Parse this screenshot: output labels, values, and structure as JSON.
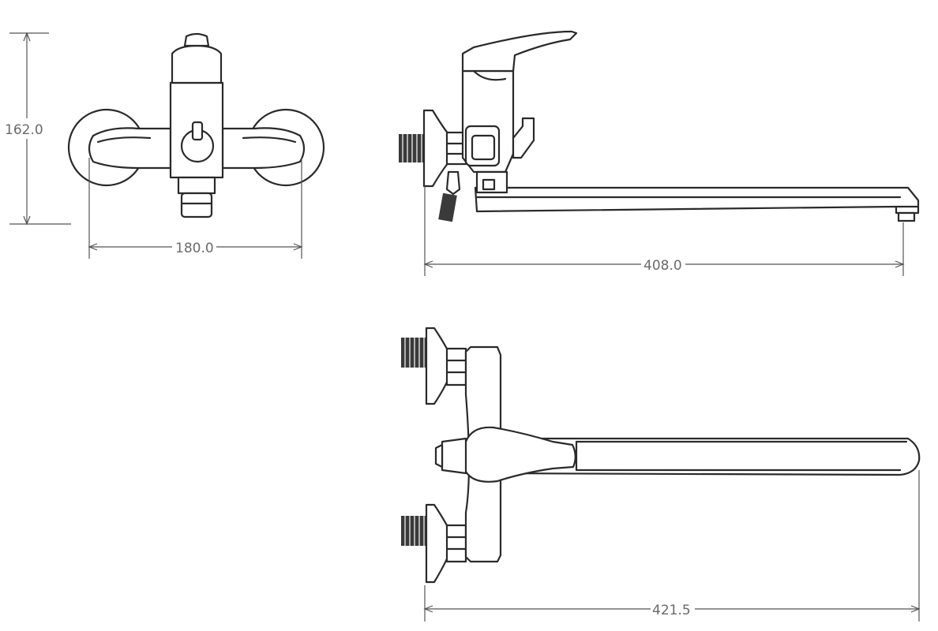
{
  "dimensions": {
    "front_height": "162.0",
    "front_width": "180.0",
    "side_length": "408.0",
    "top_length": "421.5"
  },
  "colors": {
    "line": "#2a2a2a",
    "dimension_line": "#555555",
    "dimension_text": "#6a6a6a",
    "background": "#ffffff"
  }
}
